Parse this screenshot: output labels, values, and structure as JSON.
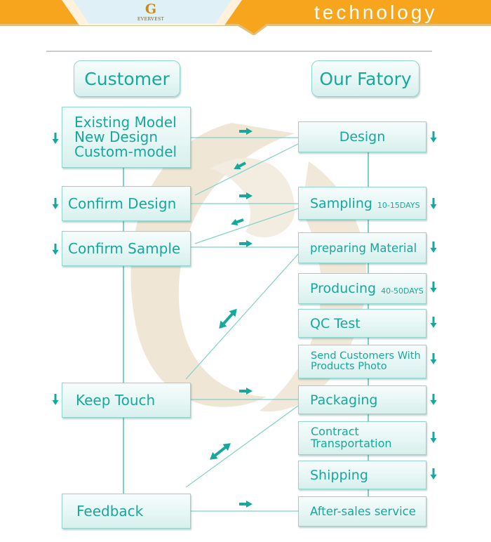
{
  "banner": {
    "title": "technology",
    "logo_text": "EVERVEST",
    "colors": {
      "orange": "#f6a51d",
      "gold": "#c98b18"
    }
  },
  "colors": {
    "teal": "#16a89c",
    "line": "#7fd0c8",
    "swirl": "#efe6d6"
  },
  "customer": {
    "header": "Customer",
    "steps": [
      {
        "lines": [
          "Existing Model",
          "New Design",
          "Custom-model"
        ]
      },
      {
        "lines": [
          "Confirm Design"
        ]
      },
      {
        "lines": [
          "Confirm Sample"
        ]
      },
      {
        "lines": [
          "Keep Touch"
        ]
      },
      {
        "lines": [
          "Feedback"
        ]
      }
    ]
  },
  "factory": {
    "header": "Our Fatory",
    "steps": [
      {
        "label": "Design"
      },
      {
        "label": "Sampling",
        "note": "10-15DAYS"
      },
      {
        "label": "preparing Material"
      },
      {
        "label": "Producing",
        "note": "40-50DAYS"
      },
      {
        "label": "QC Test"
      },
      {
        "lines": [
          "Send Customers With",
          "Products Photo"
        ]
      },
      {
        "label": "Packaging"
      },
      {
        "lines": [
          "Contract",
          "Transportation"
        ]
      },
      {
        "label": "Shipping"
      },
      {
        "label": "After-sales service"
      }
    ]
  },
  "icons": {
    "down_arrow": "arrow-down-icon",
    "right_arrow": "arrow-right-icon",
    "left_arrow": "arrow-down-left-icon",
    "double_arrow": "double-arrow-icon"
  }
}
